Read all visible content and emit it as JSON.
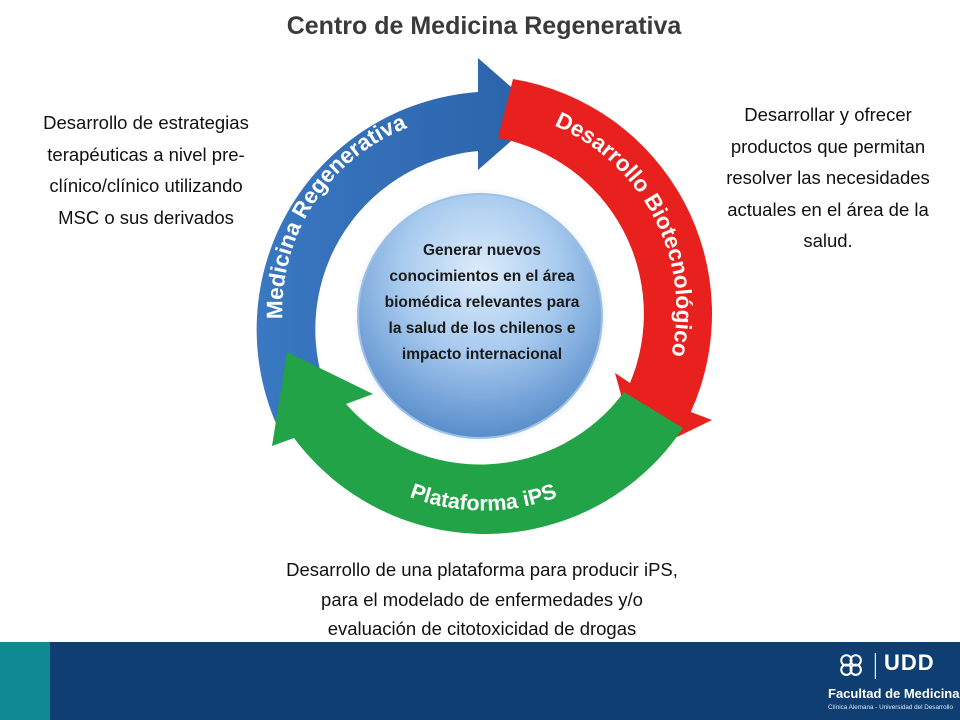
{
  "title": "Centro de Medicina Regenerativa",
  "cycle": {
    "center": {
      "lines": [
        "Generar nuevos",
        "conocimientos  en el área",
        "biomédica relevantes para",
        "la salud de los chilenos e",
        "impacto internacional"
      ]
    },
    "segments": [
      {
        "label": "Medicina Regenerativa",
        "color": "#2f6db5"
      },
      {
        "label": "Desarrollo Biotecnológico",
        "color": "#e8201e"
      },
      {
        "label": "Plataforma iPS",
        "color": "#22a347"
      }
    ]
  },
  "descriptions": {
    "left": [
      "Desarrollo de estrategias",
      "terapéuticas a nivel pre-",
      "clínico/clínico utilizando",
      "MSC o sus derivados"
    ],
    "right": [
      "Desarrollar y ofrecer",
      "productos que permitan",
      "resolver las necesidades",
      "actuales en el área de la",
      "salud."
    ],
    "bottom": [
      "Desarrollo de una plataforma para producir iPS,",
      "para el modelado de enfermedades y/o",
      "evaluación de citotoxicidad de drogas"
    ]
  },
  "footer": {
    "logo_mark": "UDD",
    "faculty": "Facultad de Medicina",
    "subtitle": "Clínica Alemana - Universidad del Desarrollo"
  }
}
